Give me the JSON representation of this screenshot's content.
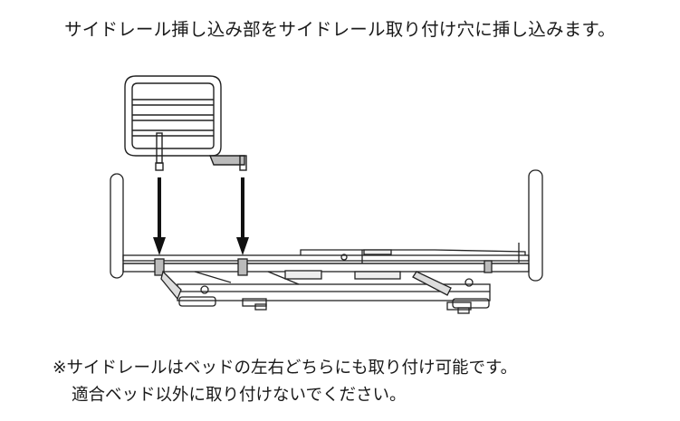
{
  "instruction": "サイドレール挿し込み部をサイドレール取り付け穴に挿し込みます。",
  "figure": {
    "icons": [
      "side-rail",
      "insertion-arrow",
      "bed-frame"
    ]
  },
  "notes": [
    "※サイドレールはベッドの左右どちらにも取り付け可能です。",
    "適合ベッド以外に取り付けないでください。"
  ]
}
